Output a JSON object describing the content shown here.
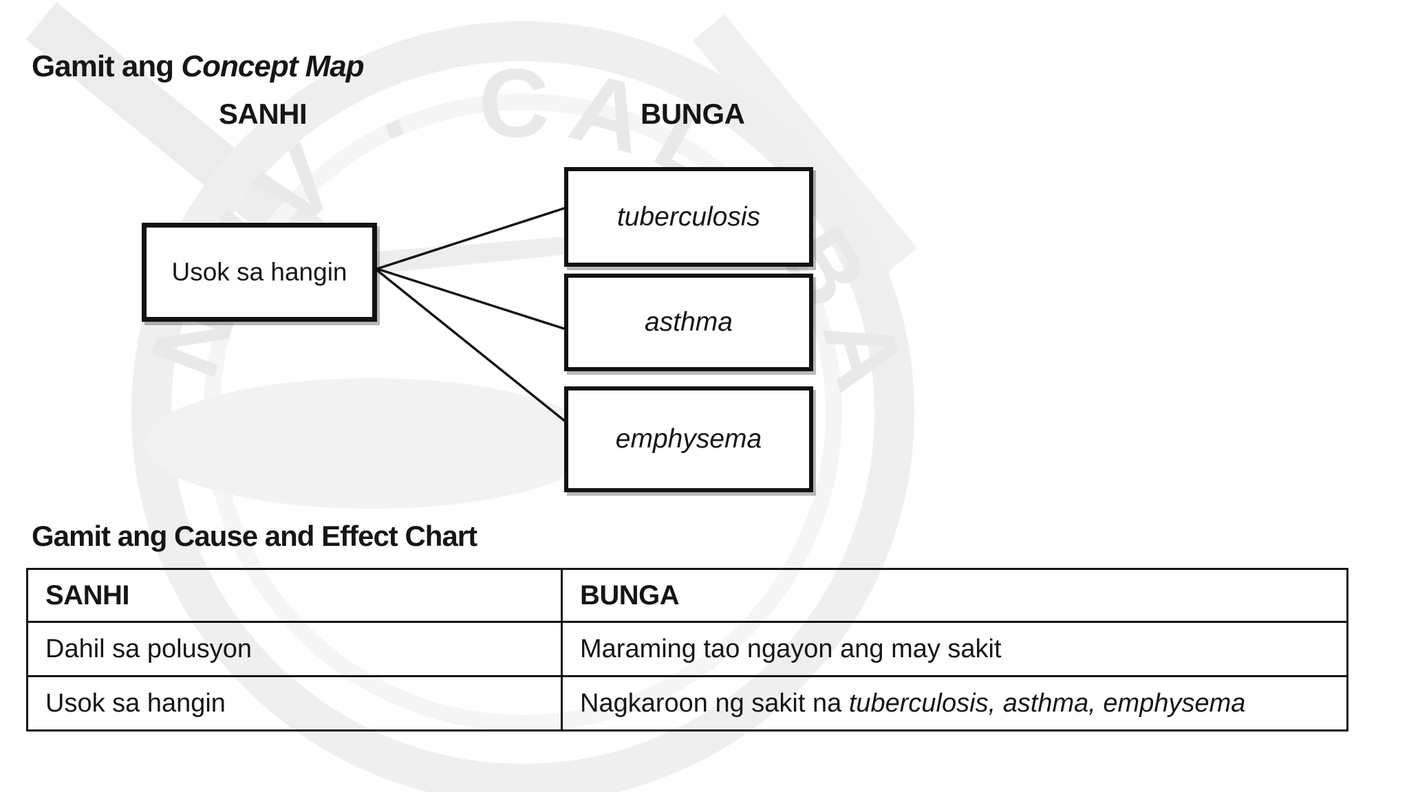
{
  "page": {
    "background": "#ffffff",
    "text_color": "#161616",
    "border_color": "#141414"
  },
  "watermark": {
    "text": "N IV · CALABA",
    "color": "#e9e9e9"
  },
  "concept_map": {
    "title_regular": "Gamit ang ",
    "title_italic": "Concept Map",
    "cause_header": "SANHI",
    "effect_header": "BUNGA",
    "cause_node": "Usok sa hangin",
    "effect_nodes": [
      "tuberculosis",
      "asthma",
      "emphysema"
    ],
    "edges": [
      [
        "Usok sa hangin",
        "tuberculosis"
      ],
      [
        "Usok sa hangin",
        "asthma"
      ],
      [
        "Usok sa hangin",
        "emphysema"
      ]
    ]
  },
  "cause_effect_chart": {
    "title": "Gamit ang Cause and Effect Chart",
    "columns": [
      "SANHI",
      "BUNGA"
    ],
    "rows": [
      {
        "sanhi": "Dahil sa polusyon",
        "bunga": "Maraming tao ngayon ang may sakit"
      },
      {
        "sanhi": "Usok sa hangin",
        "bunga_prefix": "Nagkaroon ng sakit na ",
        "bunga_italic": "tuberculosis, asthma, emphysema"
      }
    ]
  }
}
